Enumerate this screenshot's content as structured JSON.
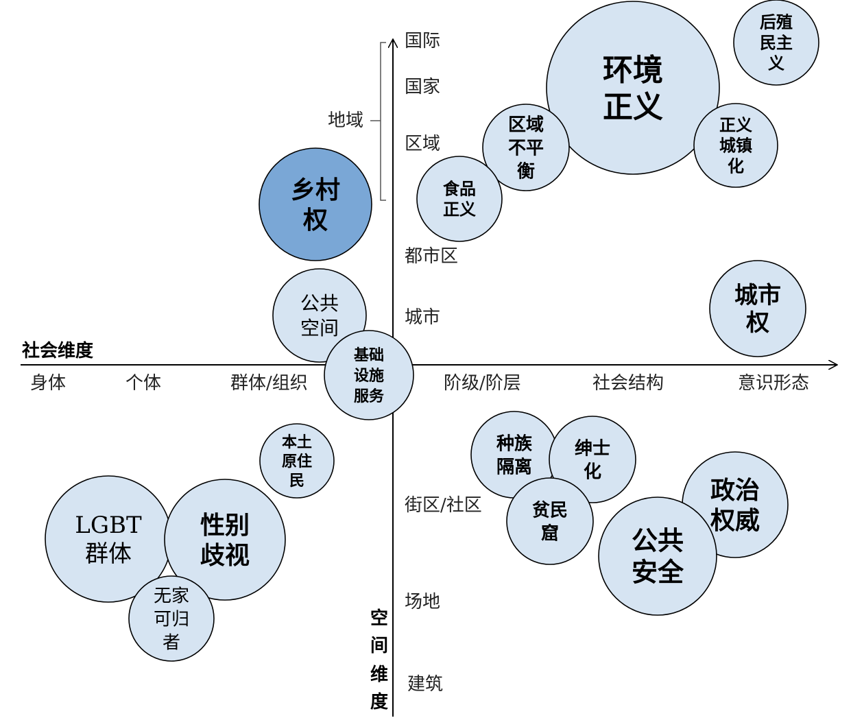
{
  "axes": {
    "horizontal_title": "社会维度",
    "vertical_title": "空间维度",
    "horizontal_ticks": [
      "身体",
      "个体",
      "群体/组织",
      "阶级/阶层",
      "社会结构",
      "意识形态"
    ],
    "vertical_ticks": [
      "国际",
      "国家",
      "区域",
      "都市区",
      "城市",
      "街区/社区",
      "场地",
      "建筑"
    ],
    "bracket_label": "地域"
  },
  "colors": {
    "bubble_fill": "#d6e4f2",
    "highlight_fill": "#7aa7d6",
    "line": "#000000"
  },
  "bubbles": [
    {
      "id": "environmental-justice",
      "lines": [
        "环境",
        "正义"
      ]
    },
    {
      "id": "postcolonialism",
      "lines": [
        "后殖",
        "民主",
        "义"
      ]
    },
    {
      "id": "regional-imbalance",
      "lines": [
        "区域",
        "不平",
        "衡"
      ]
    },
    {
      "id": "justice-urbanization",
      "lines": [
        "正义",
        "城镇",
        "化"
      ]
    },
    {
      "id": "food-justice",
      "lines": [
        "食品",
        "正义"
      ]
    },
    {
      "id": "rural-rights",
      "lines": [
        "乡村",
        "权"
      ],
      "highlight": true
    },
    {
      "id": "public-space",
      "lines": [
        "公共",
        "空间"
      ]
    },
    {
      "id": "right-to-city",
      "lines": [
        "城市",
        "权"
      ]
    },
    {
      "id": "infrastructure-services",
      "lines": [
        "基础",
        "设施",
        "服务"
      ]
    },
    {
      "id": "indigenous",
      "lines": [
        "本土",
        "原住",
        "民"
      ]
    },
    {
      "id": "lgbt",
      "lines": [
        "LGBT",
        "群体"
      ]
    },
    {
      "id": "gender-discrimination",
      "lines": [
        "性别",
        "歧视"
      ]
    },
    {
      "id": "homeless",
      "lines": [
        "无家",
        "可归",
        "者"
      ]
    },
    {
      "id": "racial-segregation",
      "lines": [
        "种族",
        "隔离"
      ]
    },
    {
      "id": "gentrification",
      "lines": [
        "绅士",
        "化"
      ]
    },
    {
      "id": "slums",
      "lines": [
        "贫民",
        "窟"
      ]
    },
    {
      "id": "political-authority",
      "lines": [
        "政治",
        "权威"
      ]
    },
    {
      "id": "public-safety",
      "lines": [
        "公共",
        "安全"
      ]
    }
  ]
}
